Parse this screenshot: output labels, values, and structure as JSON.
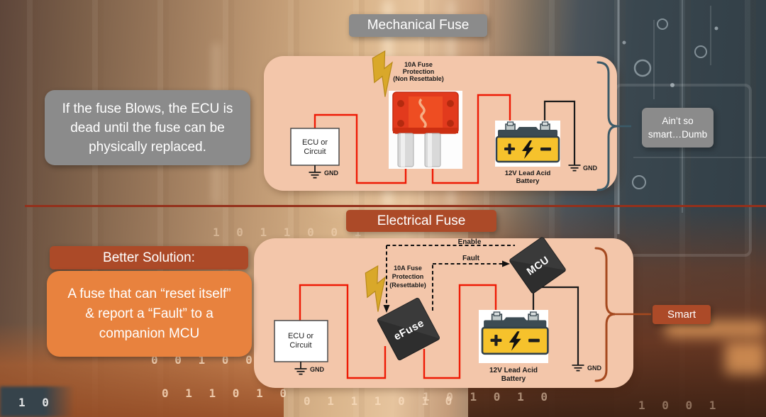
{
  "sections": {
    "mechanical": {
      "title": "Mechanical Fuse"
    },
    "electrical": {
      "title": "Electrical Fuse"
    }
  },
  "callouts": {
    "fuse_blows": "If the fuse Blows, the ECU is dead until the fuse can be physically replaced.",
    "aint_line1": "Ain’t so",
    "aint_line2": "smart…Dumb",
    "better_title": "Better Solution:",
    "better_body_line1": "A fuse that can “reset itself”",
    "better_body_line2": "& report a “Fault” to a",
    "better_body_line3": "companion MCU",
    "smart": "Smart"
  },
  "mech_diagram": {
    "fuse_label": [
      "10A Fuse",
      "Protection",
      "(Non Resettable)"
    ],
    "ecu_label": [
      "ECU or",
      "Circuit"
    ],
    "ecu_gnd": "GND",
    "battery_label": [
      "12V Lead Acid",
      "Battery"
    ],
    "battery_gnd": "GND"
  },
  "elec_diagram": {
    "fuse_label": [
      "10A Fuse",
      "Protection",
      "(Resettable)"
    ],
    "ecu_label": [
      "ECU or",
      "Circuit"
    ],
    "ecu_gnd": "GND",
    "battery_label": [
      "12V Lead Acid",
      "Battery"
    ],
    "battery_gnd": "GND",
    "enable_label": "Enable",
    "fault_label": "Fault",
    "efuse_label": "eFuse",
    "mcu_label": "MCU"
  },
  "background": {
    "binary": [
      "0 0 1 0 0",
      "0 1 1 0 1 0",
      "1 0 1 1 0 0 1",
      "0 1 1 1 0 1 0",
      "1 0 1 0 1 0",
      "1 0 0 1",
      "1 0"
    ]
  },
  "colors": {
    "panel": "#F3C6AA",
    "gray_box": "#8B8B8B",
    "rust_box": "#AC4A28",
    "orange_box": "#E8823E",
    "divider": "#94301B",
    "wire_red": "#EE1A05",
    "wire_black": "#1A1A1A",
    "teal_brace": "#3B5A68",
    "rust_brace": "#A5491F",
    "bolt_yellow": "#D9A82A",
    "fuse_red": "#E23A1D",
    "battery_yellow": "#F6C22C",
    "chip_black": "#2E2E2E"
  }
}
